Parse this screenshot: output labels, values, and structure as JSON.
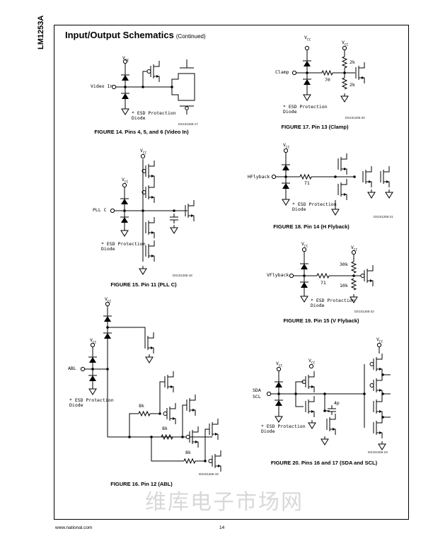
{
  "side_label": "LM1253A",
  "header": {
    "title": "Input/Output Schematics",
    "subtitle": "(Continued)"
  },
  "common": {
    "vcc": "V",
    "vcc_sub": "CC",
    "esd_note_1": "* ESD Protection",
    "esd_note_2": "Diode",
    "star": "*"
  },
  "figures": {
    "fig14": {
      "pin": "Video In",
      "code": "DS101265-17",
      "caption": "FIGURE 14. Pins 4, 5, and 6 (Video In)"
    },
    "fig15": {
      "pin": "PLL C",
      "code": "DS101265-18",
      "caption": "FIGURE 15. Pin 11 (PLL C)"
    },
    "fig16": {
      "pin": "ABL",
      "r1": "8k",
      "r2": "8k",
      "r3": "8k",
      "code": "DS101265-19",
      "caption": "FIGURE 16. Pin 12 (ABL)"
    },
    "fig17": {
      "pin": "Clamp",
      "r_series": "70",
      "r_top": "2k",
      "r_bottom": "2k",
      "code": "DS101265-20",
      "caption": "FIGURE 17. Pin 13 (Clamp)"
    },
    "fig18": {
      "pin": "HFlyback",
      "r_series": "71",
      "code": "DS101265-21",
      "caption": "FIGURE 18. Pin 14 (H Flyback)"
    },
    "fig19": {
      "pin": "VFlyback",
      "r_series": "71",
      "r_top": "30k",
      "r_bottom": "10k",
      "code": "DS101265-22",
      "caption": "FIGURE 19. Pin 15 (V Flyback)"
    },
    "fig20": {
      "pin_1": "SDA",
      "pin_2": "SCL",
      "cap": "4p",
      "code": "DS101265-23",
      "caption": "FIGURE 20. Pins 16 and 17 (SDA and SCL)"
    }
  },
  "watermark": "维库电子市场网",
  "footer": {
    "url": "www.national.com",
    "page": "14"
  }
}
